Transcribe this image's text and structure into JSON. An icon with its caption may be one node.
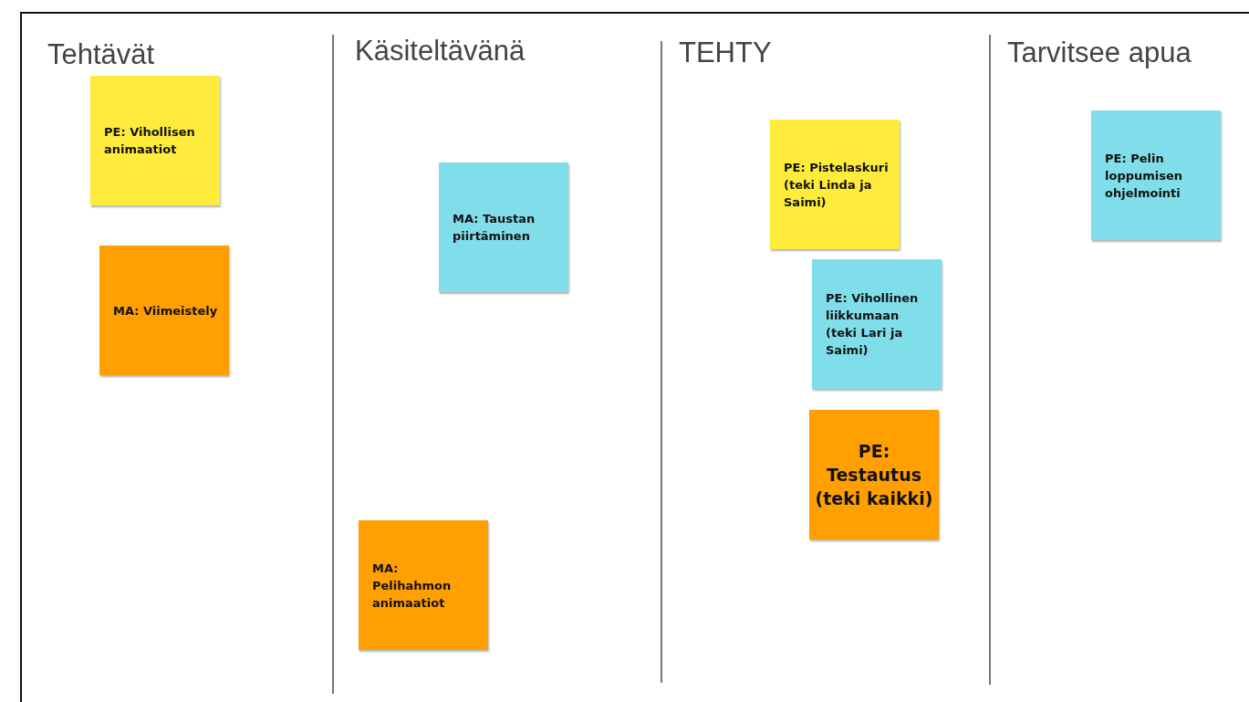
{
  "diagram": {
    "nodes": [
      {
        "text": [
          "PE: Vihollisen animaatiot"
        ]
      },
      {
        "text": [
          "MA: Viimeistely"
        ]
      },
      {
        "text": [
          "MA: Taustan piirtäminen"
        ]
      },
      {
        "text": [
          "MA: Pelihahmon animaatiot"
        ]
      },
      {
        "text": [
          "PE: Pistelaskuri (teki Linda ja Saimi)"
        ]
      },
      {
        "text": [
          "PE: Vihollinen liikkumaan (teki Lari ja Saimi)"
        ]
      },
      {
        "text": [
          "PE: Testautus (teki kaikki)"
        ]
      },
      {
        "text": [
          "PE: Pelin loppumisen ohjelmointi"
        ]
      }
    ],
    "labels": [
      "Tehtävät",
      "Käsiteltävänä",
      "TEHTY",
      "Tarvitsee apua"
    ]
  }
}
